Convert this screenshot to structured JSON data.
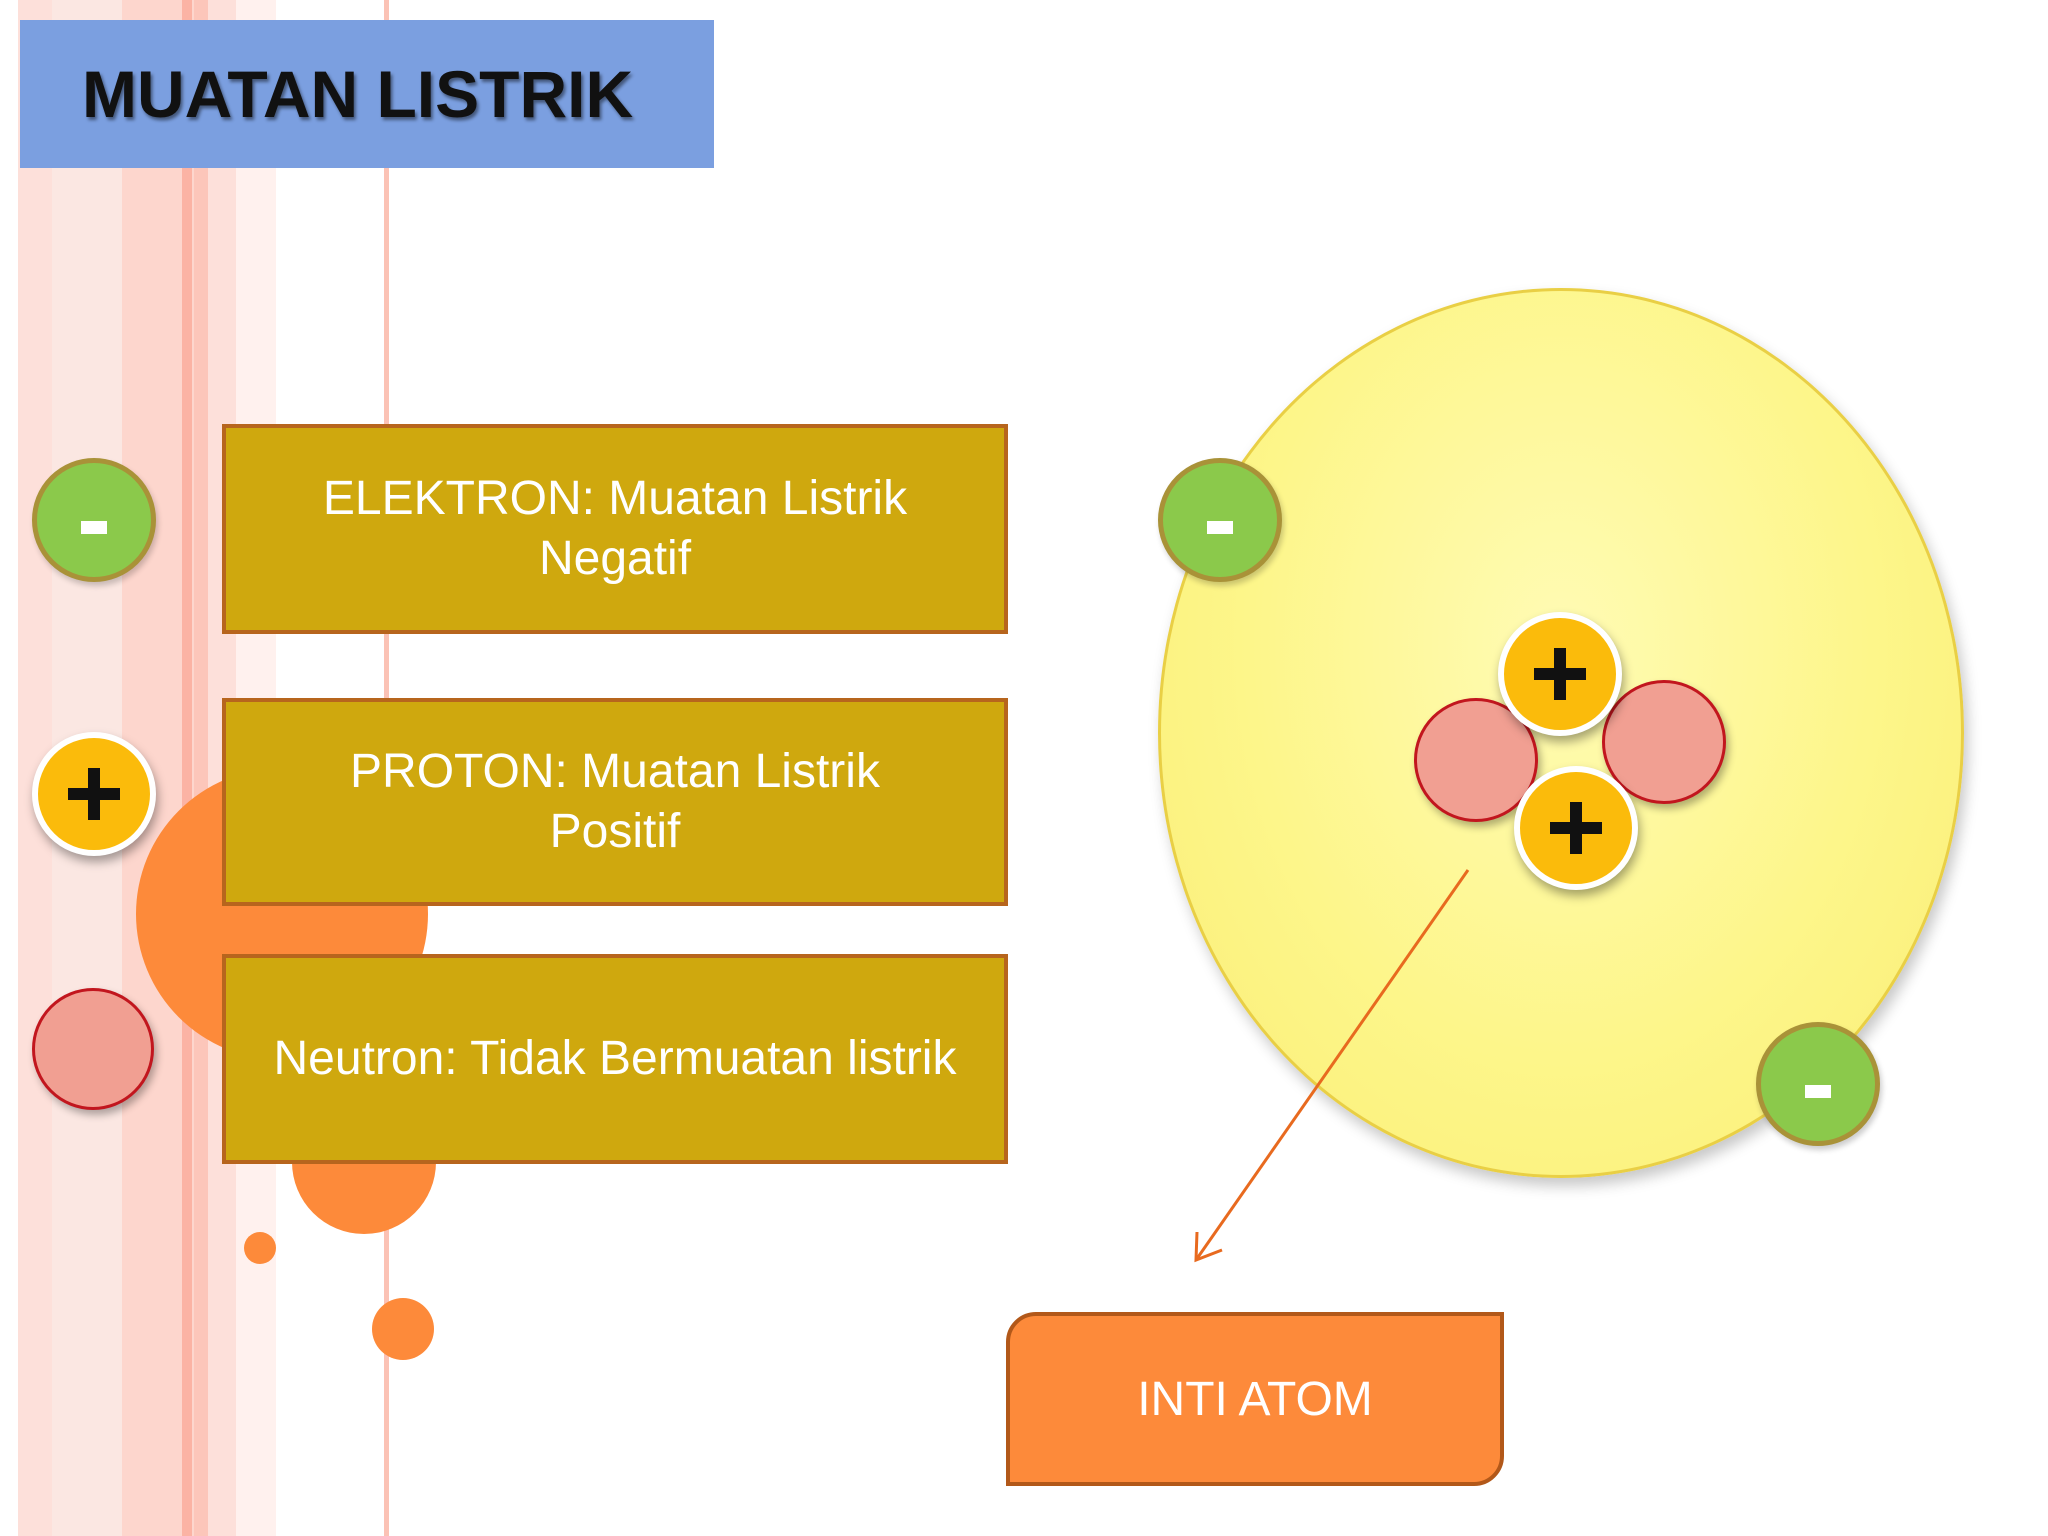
{
  "slide": {
    "title": "MUATAN LISTRIK"
  },
  "legend": [
    {
      "id": "elektron",
      "symbol": "-",
      "line1": "ELEKTRON:  Muatan Listrik",
      "line2": "Negatif"
    },
    {
      "id": "proton",
      "symbol": "+",
      "line1": "PROTON:  Muatan Listrik",
      "line2": "Positif"
    },
    {
      "id": "neutron",
      "symbol": "",
      "line1": "Neutron:  Tidak Bermuatan listrik",
      "line2": ""
    }
  ],
  "atom": {
    "nucleus_label": "INTI ATOM",
    "electron_count": 2,
    "proton_count": 2,
    "neutron_count": 2
  },
  "colors": {
    "title_bg": "#7b9fe0",
    "box_bg": "#cfa80e",
    "box_border": "#b7651d",
    "electron": "#8bc94b",
    "proton": "#fbbb0b",
    "neutron": "#f19f92",
    "atom_fill": "#fdf68a",
    "accent_orange": "#fd8a3a"
  }
}
